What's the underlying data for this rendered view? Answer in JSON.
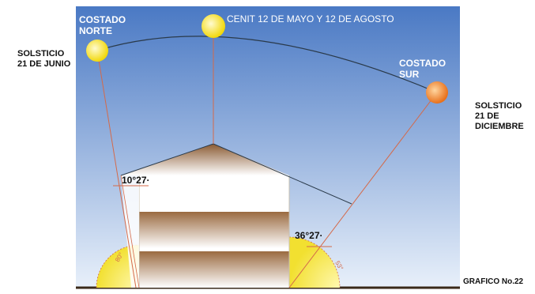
{
  "labels": {
    "costado_norte": "COSTADO\nNORTE",
    "cenit": "CENIT 12 DE MAYO Y 12 DE AGOSTO",
    "costado_sur": "COSTADO\nSUR",
    "solsticio_junio": "SOLSTICIO\n21 DE JUNIO",
    "solsticio_diciembre": "SOLSTICIO\n21 DE\nDICIEMBRE",
    "angle_left": "10°27·",
    "angle_right": "36°27·",
    "arc_left": "80°",
    "arc_right": "53°",
    "caption": "GRAFICO No.22"
  },
  "colors": {
    "sky_top": "#4a79c4",
    "sky_bottom": "#e8f0fa",
    "sun_yellow": "#ffe93a",
    "sun_orange": "#f08a2a",
    "roof_dark": "#9a6a3e",
    "wall_band": "#a87a4e",
    "ray_line": "#d46a4a",
    "outline": "#2a3a4a"
  }
}
